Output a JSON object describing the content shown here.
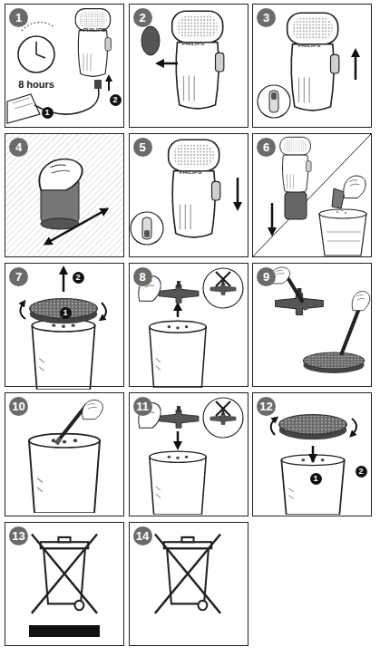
{
  "diagram": {
    "nodes": [
      {
        "text": [
          "1"
        ]
      },
      {
        "text": [
          "2"
        ]
      },
      {
        "text": [
          "3"
        ]
      },
      {
        "text": [
          "4"
        ]
      },
      {
        "text": [
          "5"
        ]
      },
      {
        "text": [
          "6"
        ]
      },
      {
        "text": [
          "7"
        ]
      },
      {
        "text": [
          "8"
        ]
      },
      {
        "text": [
          "9"
        ]
      },
      {
        "text": [
          "10"
        ]
      },
      {
        "text": [
          "11"
        ]
      },
      {
        "text": [
          "12"
        ]
      },
      {
        "text": [
          "13"
        ]
      },
      {
        "text": [
          "14"
        ]
      }
    ],
    "labels": [
      "8 hours",
      "1",
      "2",
      "PHILIPS",
      "PHILIPS",
      "PHILIPS",
      "PHILIPS",
      "1",
      "2",
      "1",
      "2"
    ]
  }
}
